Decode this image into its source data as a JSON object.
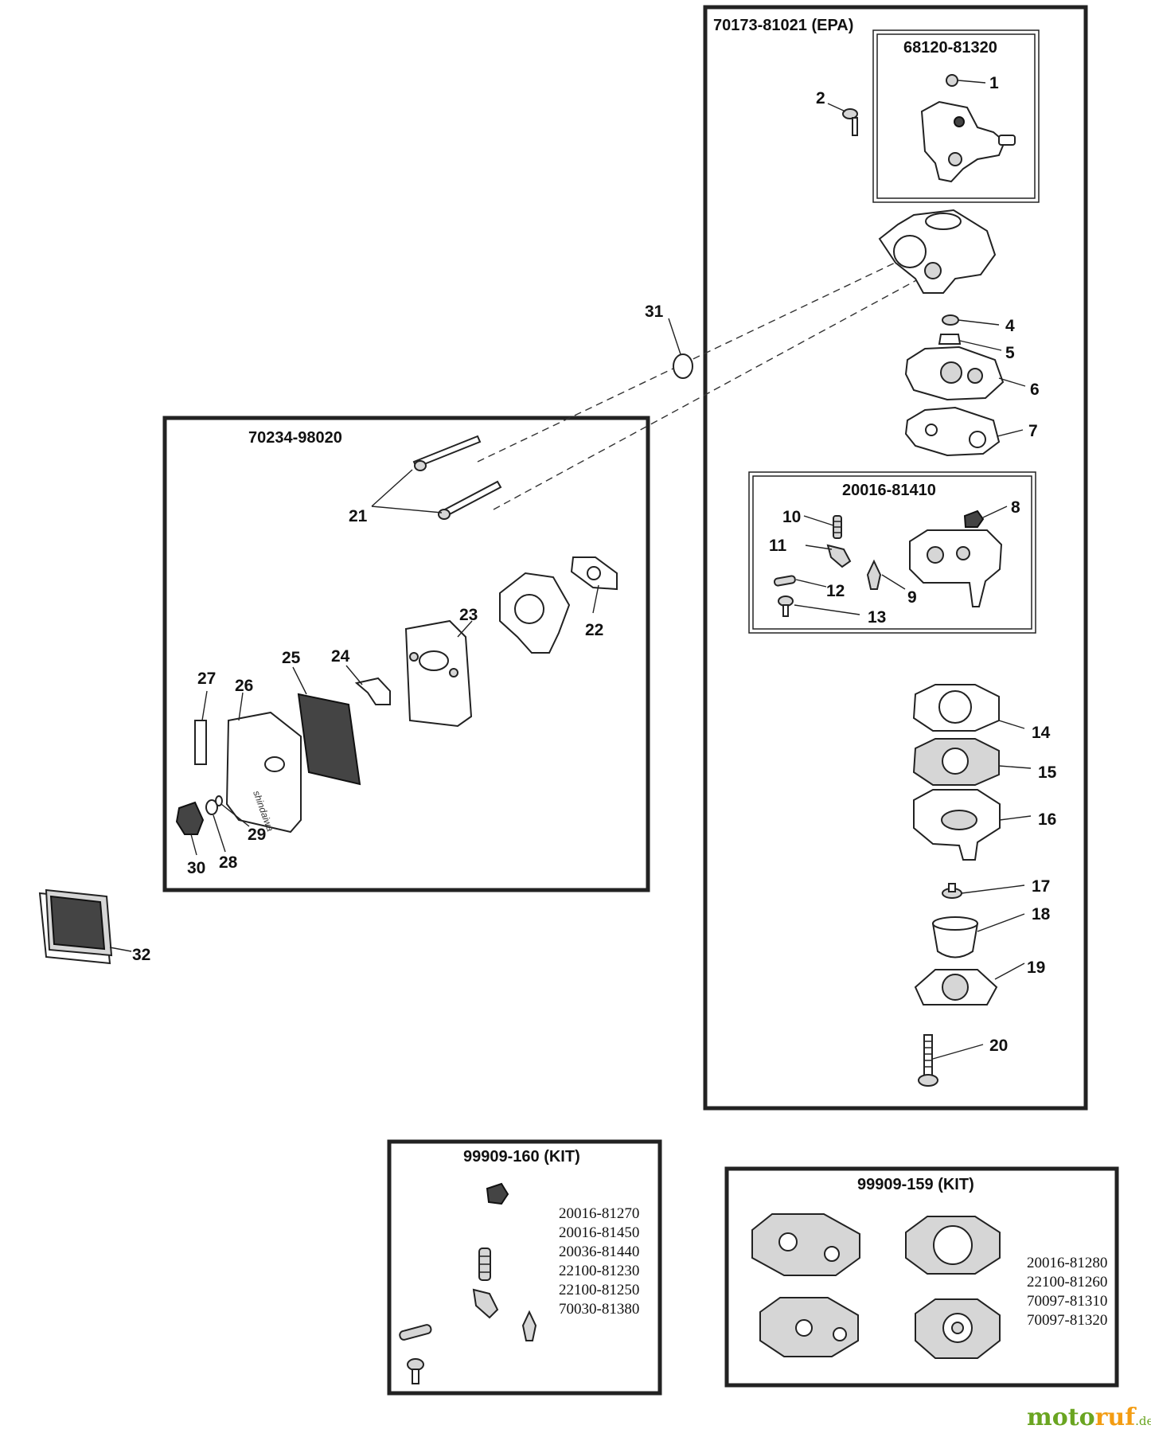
{
  "assembly": {
    "carburetor_label": "70173-81021 (EPA)",
    "body_sub_label": "68120-81320",
    "pump_sub_label": "20016-81410",
    "air_cleaner_label": "70234-98020"
  },
  "callouts": [
    "1",
    "2",
    "4",
    "5",
    "6",
    "7",
    "8",
    "9",
    "10",
    "11",
    "12",
    "13",
    "14",
    "15",
    "16",
    "17",
    "18",
    "19",
    "20",
    "21",
    "22",
    "23",
    "24",
    "25",
    "26",
    "27",
    "28",
    "29",
    "30",
    "31",
    "32"
  ],
  "kits": [
    {
      "title": "99909-160 (KIT)",
      "parts": [
        "20016-81270",
        "20016-81450",
        "20036-81440",
        "22100-81230",
        "22100-81250",
        "70030-81380"
      ]
    },
    {
      "title": "99909-159 (KIT)",
      "parts": [
        "20016-81280",
        "22100-81260",
        "70097-81310",
        "70097-81320"
      ]
    }
  ],
  "cover_branding": "shindaiwa",
  "watermark": {
    "name_a": "moto",
    "name_b": "ruf",
    "suffix": ".de"
  }
}
